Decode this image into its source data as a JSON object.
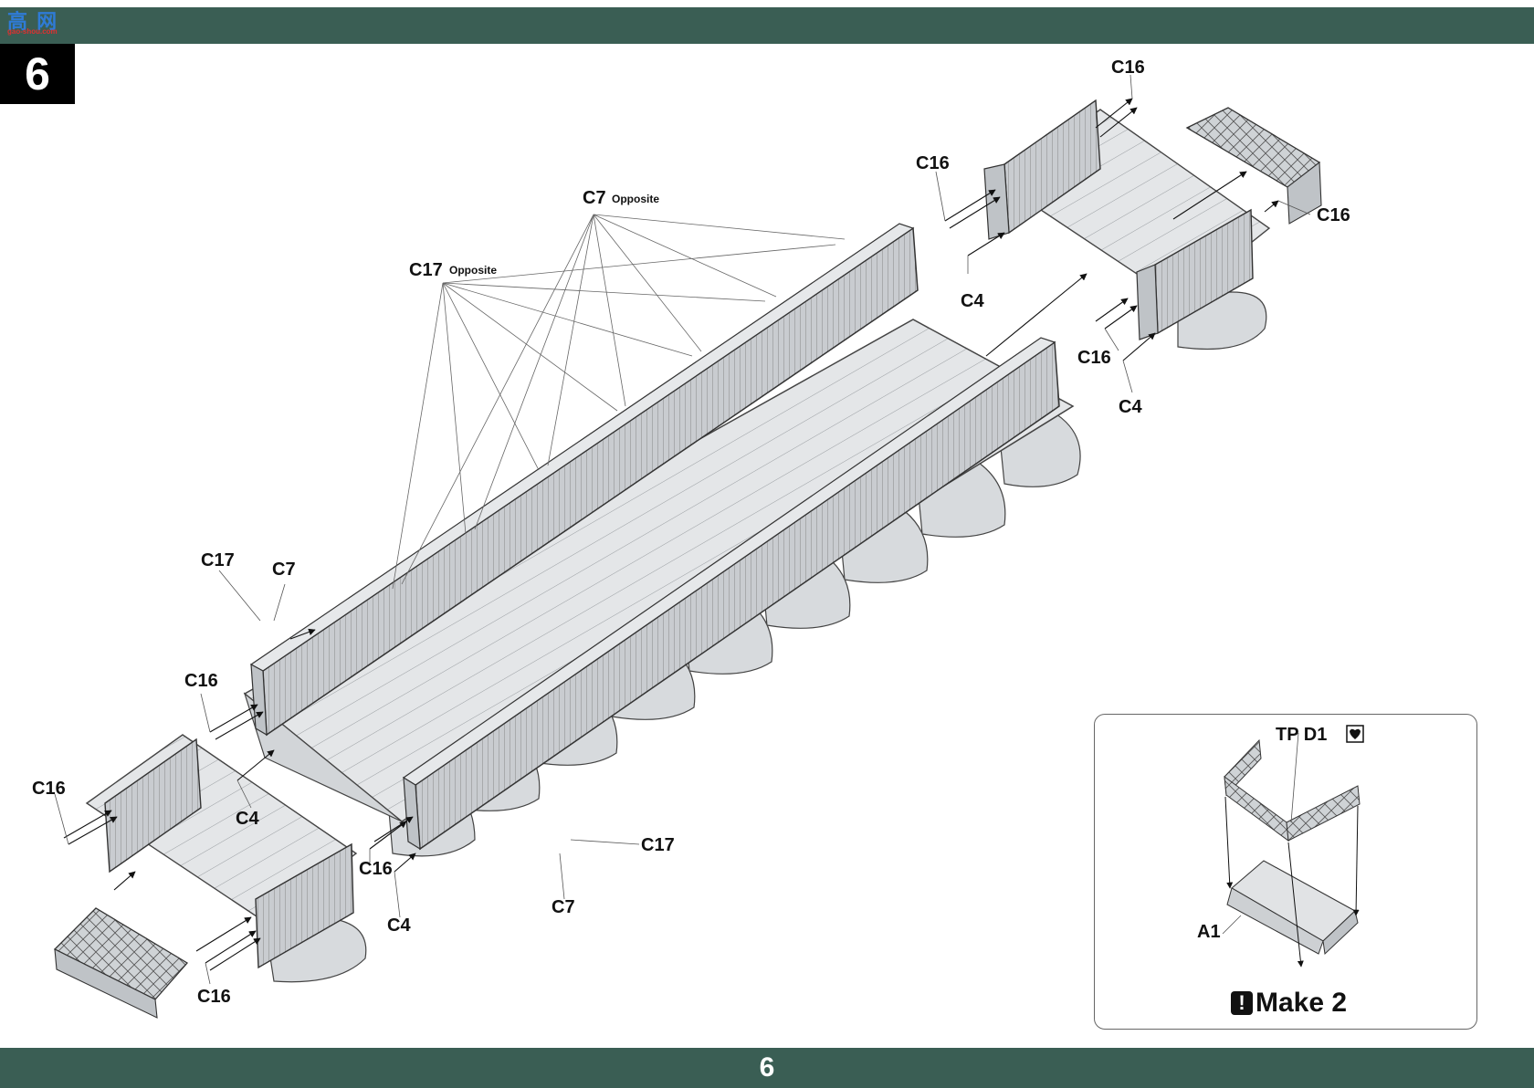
{
  "header": {
    "step_number": "6",
    "logo_text": "高 网",
    "logo_sub": "gao-shou.com"
  },
  "footer": {
    "page_number": "6"
  },
  "labels": {
    "c7_opposite": "C7",
    "c17_opposite": "C17",
    "opposite_word": "Opposite",
    "c16": "C16",
    "c17": "C17",
    "c7": "C7",
    "c4": "C4"
  },
  "inset": {
    "tp_label": "TP D1",
    "a1_label": "A1",
    "make_text": "Make 2",
    "make_mark": "!"
  },
  "colors": {
    "band": "#3a5e54",
    "part_fill": "#dfe1e3",
    "part_stroke": "#444444"
  }
}
